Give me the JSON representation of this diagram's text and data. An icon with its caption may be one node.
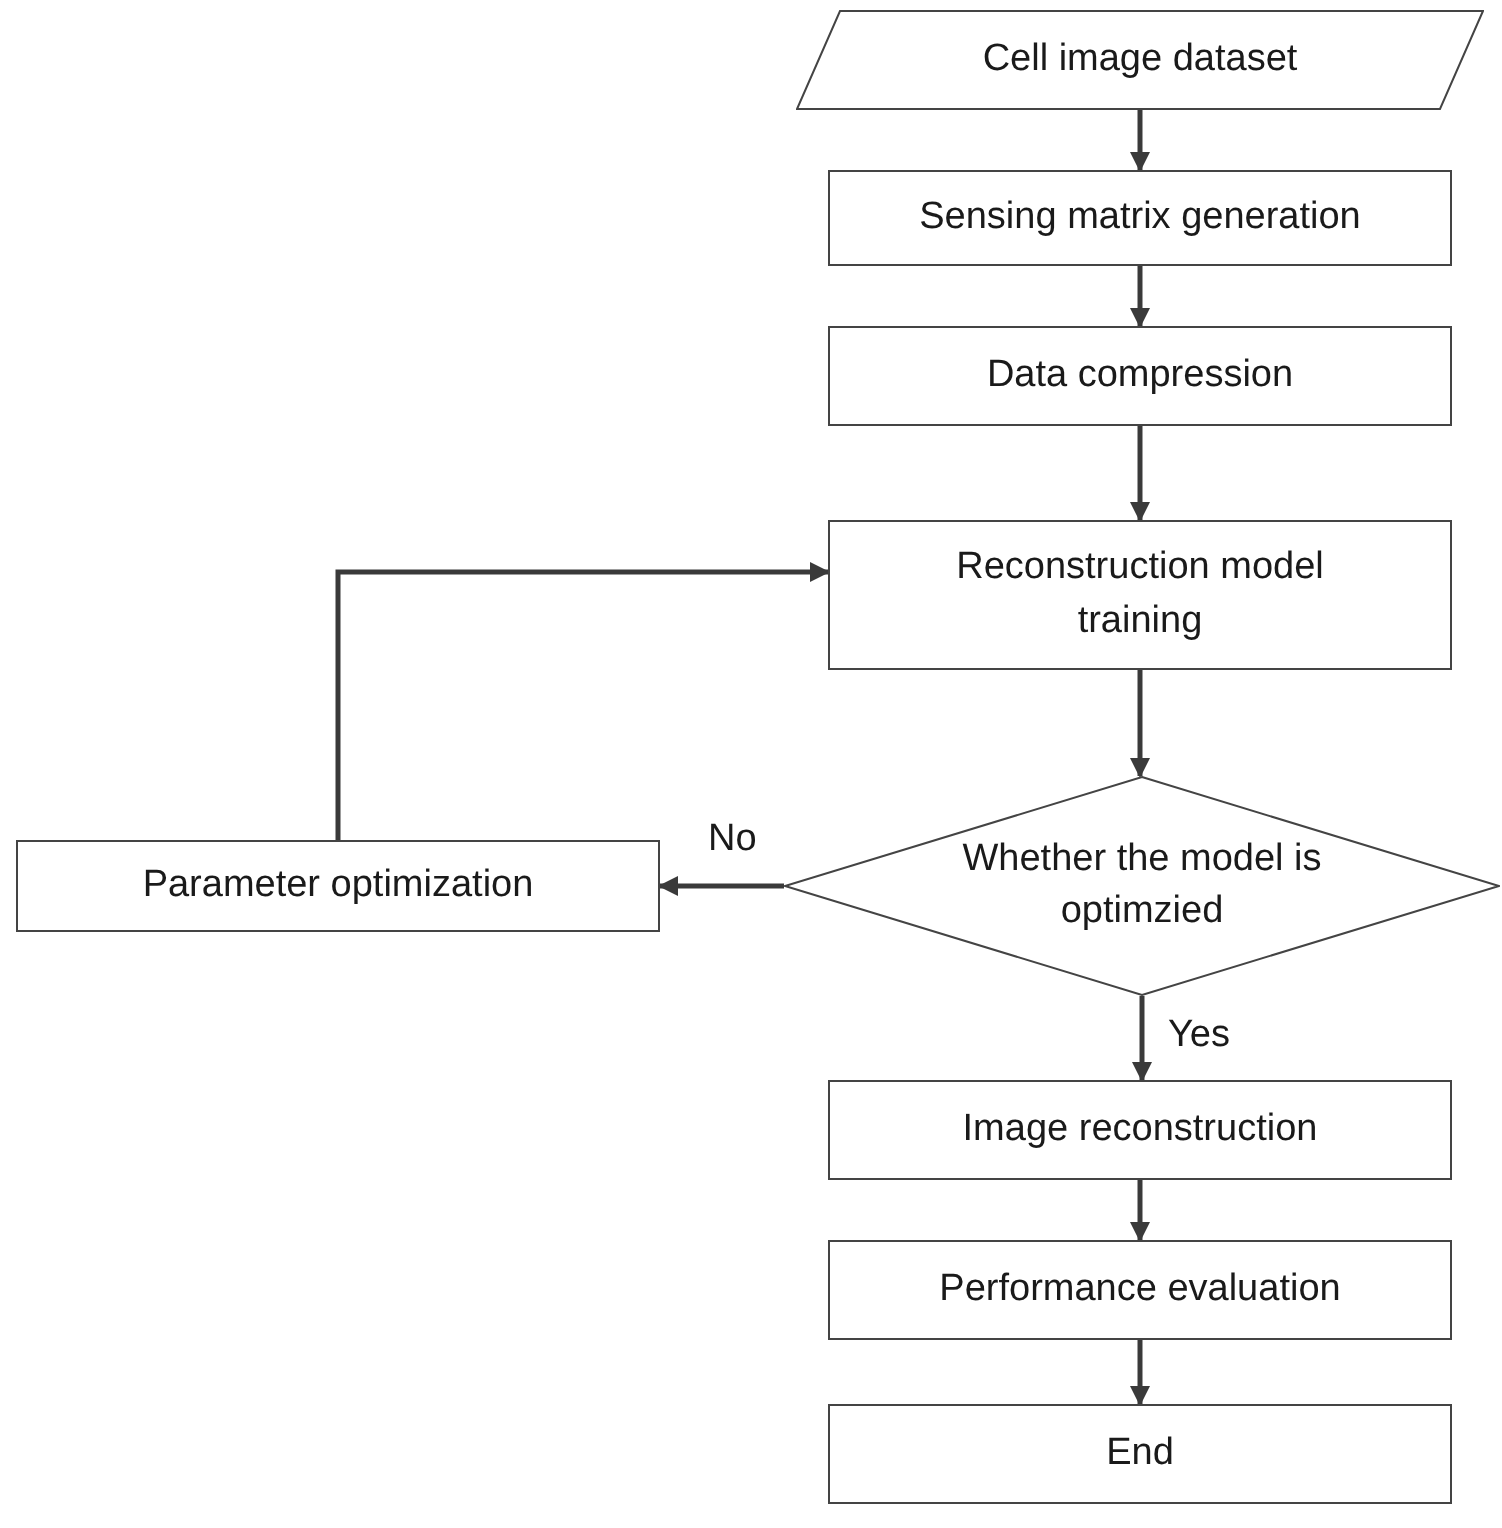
{
  "diagram": {
    "nodes": [
      {
        "text": [
          "Cell image dataset"
        ]
      },
      {
        "text": [
          "Sensing matrix generation"
        ]
      },
      {
        "text": [
          "Data compression"
        ]
      },
      {
        "text": [
          "Reconstruction model training"
        ]
      },
      {
        "text": [
          "Whether the model is optimzied"
        ]
      },
      {
        "text": [
          "Parameter optimization"
        ]
      },
      {
        "text": [
          "Image reconstruction"
        ]
      },
      {
        "text": [
          "Performance evaluation"
        ]
      },
      {
        "text": [
          "End"
        ]
      }
    ],
    "edges": [
      {
        "from": 0,
        "to": 1,
        "arrow": "to"
      },
      {
        "from": 1,
        "to": 2,
        "arrow": "to"
      },
      {
        "from": 2,
        "to": 3,
        "arrow": "to"
      },
      {
        "from": 3,
        "to": 4,
        "arrow": "to"
      },
      {
        "from": 4,
        "to": 5,
        "arrow": "to",
        "label": "No"
      },
      {
        "from": 5,
        "to": 3,
        "arrow": "to"
      },
      {
        "from": 4,
        "to": 6,
        "arrow": "to",
        "label": "Yes"
      },
      {
        "from": 6,
        "to": 7,
        "arrow": "to"
      },
      {
        "from": 7,
        "to": 8,
        "arrow": "to"
      }
    ]
  }
}
